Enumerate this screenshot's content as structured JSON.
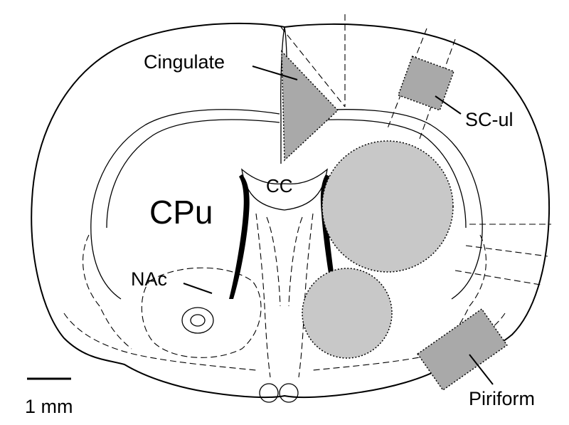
{
  "labels": {
    "cingulate": "Cingulate",
    "sc_ul": "SC-ul",
    "cc": "CC",
    "cpu": "CPu",
    "nac": "NAc",
    "piriform": "Piriform",
    "scale_bar": "1 mm"
  },
  "colors": {
    "region_dark": "#a9a9a9",
    "region_light": "#c8c8c8",
    "outline": "#000000"
  }
}
